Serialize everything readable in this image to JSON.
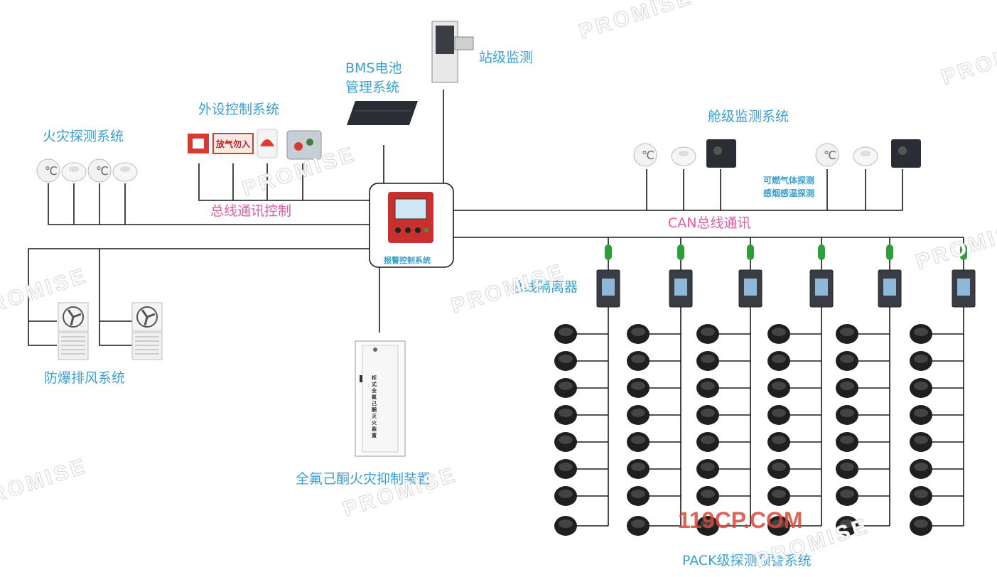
{
  "labels": {
    "fire_detection": "火灾探测系统",
    "peripheral_control": "外设控制系统",
    "bms": "BMS电池",
    "bms2": "管理系统",
    "station_monitor": "站级监测",
    "cabin_monitor": "舱级监测系统",
    "bus_comm_control": "总线通讯控制",
    "can_bus": "CAN总线通讯",
    "controller": "报警控制系统",
    "gas_detect": "可燃气体探测",
    "smoke_temp_detect": "感烟感温探测",
    "bus_isolator": "总线隔离器",
    "explosion_fan": "防爆排风系统",
    "suppression": "全氟己酮火灾抑制装置",
    "pack_warning": "PACK级探测预警系统"
  },
  "sign_text": "放气勿入",
  "cabinet_text": "柜式全氟己酮灭火装置",
  "watermark": "PROMISE",
  "site_mark": "119CP.COM",
  "colors": {
    "label_blue": "#3a9fd1",
    "label_pink": "#e05aa8",
    "line": "#1a1a1a",
    "controller_red": "#c8302e",
    "isolator_green": "#2e9e3a"
  }
}
